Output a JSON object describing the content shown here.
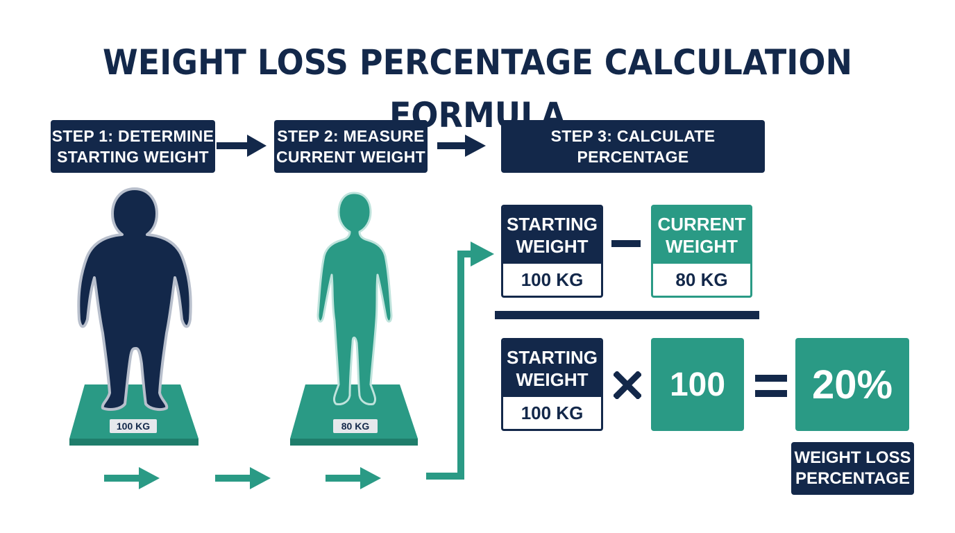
{
  "title": "WEIGHT LOSS PERCENTAGE CALCULATION FORMULA",
  "steps": [
    {
      "line1": "STEP 1: DETERMINE",
      "line2": "STARTING WEIGHT"
    },
    {
      "line1": "STEP 2: MEASURE",
      "line2": "CURRENT WEIGHT"
    },
    {
      "line1": "STEP 3: CALCULATE PERCENTAGE",
      "line2": ""
    }
  ],
  "figures": {
    "before_scale_label": "100 KG",
    "after_scale_label": "80 KG"
  },
  "formula": {
    "numerator_left": {
      "line1": "STARTING",
      "line2": "WEIGHT",
      "value": "100 KG"
    },
    "numerator_right": {
      "line1": "CURRENT",
      "line2": "WEIGHT",
      "value": "80 KG"
    },
    "denominator": {
      "line1": "STARTING",
      "line2": "WEIGHT",
      "value": "100 KG"
    },
    "multiplier": "100",
    "result": "20%",
    "result_label": {
      "line1": "WEIGHT LOSS",
      "line2": "PERCENTAGE"
    }
  },
  "colors": {
    "navy": "#13284a",
    "teal": "#2a9a85"
  }
}
